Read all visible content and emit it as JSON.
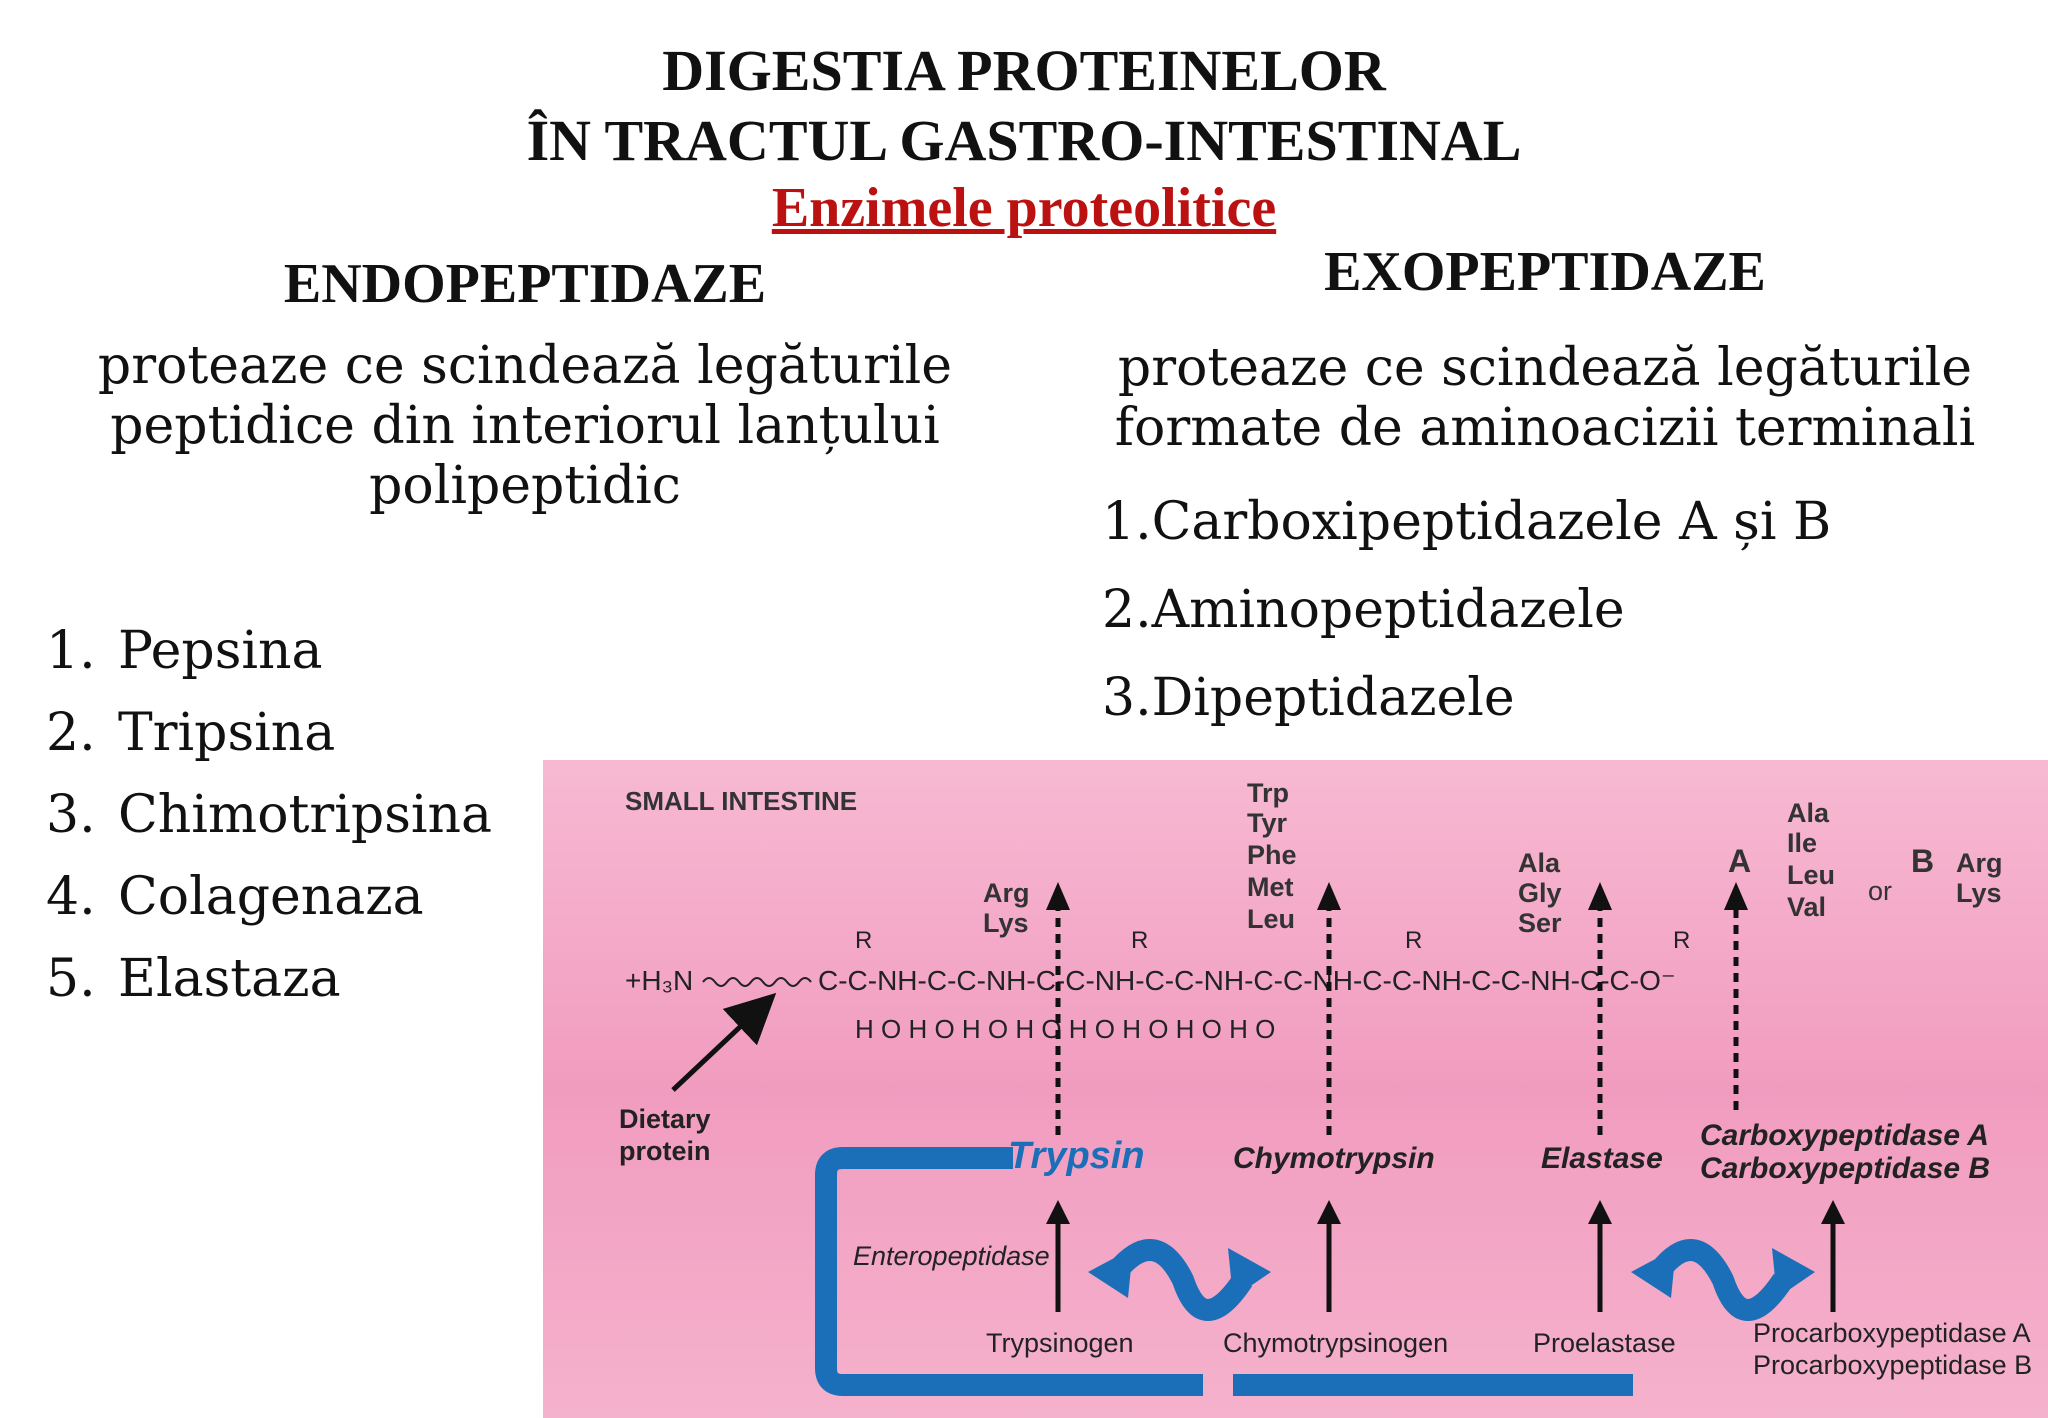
{
  "header": {
    "title_line1": "DIGESTIA PROTEINELOR",
    "title_line2": "ÎN TRACTUL GASTRO-INTESTINAL",
    "subtitle": "Enzimele proteolitice"
  },
  "endo": {
    "heading": "ENDOPEPTIDAZE",
    "desc_line1": "proteaze ce scindează legăturile",
    "desc_line2": "peptidice  din interiorul lanțului",
    "desc_line3": "polipeptidic",
    "items": [
      {
        "num": "1.",
        "label": "Pepsina"
      },
      {
        "num": "2.",
        "label": "Tripsina"
      },
      {
        "num": "3.",
        "label": "Chimotripsina"
      },
      {
        "num": "4.",
        "label": "Colagenaza"
      },
      {
        "num": "5.",
        "label": "Elastaza"
      }
    ]
  },
  "exo": {
    "heading": "EXOPEPTIDAZE",
    "desc_line1": "proteaze ce scindează legăturile",
    "desc_line2": "formate de aminoacizii terminali",
    "items": [
      "1.Carboxipeptidazele A și B",
      "2.Aminopeptidazele",
      "3.Dipeptidazele"
    ]
  },
  "diagram": {
    "region_label": "SMALL INTESTINE",
    "n_terminus": "+H3N",
    "c_terminus": "C-O-",
    "residue_r": "R",
    "residue_h": "H",
    "residue_o": "O",
    "dietary_protein_line1": "Dietary",
    "dietary_protein_line2": "protein",
    "trypsin_sites": [
      "Arg",
      "Lys"
    ],
    "chymotrypsin_sites": [
      "Trp",
      "Tyr",
      "Phe",
      "Met",
      "Leu"
    ],
    "elastase_sites": [
      "Ala",
      "Gly",
      "Ser"
    ],
    "carboxy_a_label": "A",
    "carboxy_a_sites": [
      "Ala",
      "Ile",
      "Leu",
      "Val"
    ],
    "or_label": "or",
    "carboxy_b_label": "B",
    "carboxy_b_sites": [
      "Arg",
      "Lys"
    ],
    "enzymes": {
      "trypsin": "Trypsin",
      "chymotrypsin": "Chymotrypsin",
      "elastase": "Elastase",
      "carboxy_a": "Carboxypeptidase A",
      "carboxy_b": "Carboxypeptidase B"
    },
    "enteropeptidase": "Enteropeptidase",
    "zymogens": {
      "trypsinogen": "Trypsinogen",
      "chymotrypsinogen": "Chymotrypsinogen",
      "proelastase": "Proelastase",
      "procarboxy_a": "Procarboxypeptidase A",
      "procarboxy_b": "Procarboxypeptidase B"
    },
    "colors": {
      "background": "#f3a6c6",
      "trypsin_blue": "#1a6fb8",
      "arrow_black": "#111111"
    }
  }
}
